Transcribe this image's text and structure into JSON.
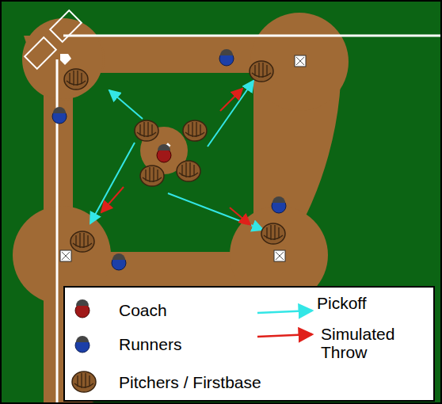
{
  "diagram": {
    "legend": [
      {
        "text": "Coach"
      },
      {
        "text": "Runners"
      },
      {
        "text": "Pickoff"
      },
      {
        "text": "Simulated Throw"
      },
      {
        "text": "Pitchers / Firstbase"
      }
    ]
  }
}
